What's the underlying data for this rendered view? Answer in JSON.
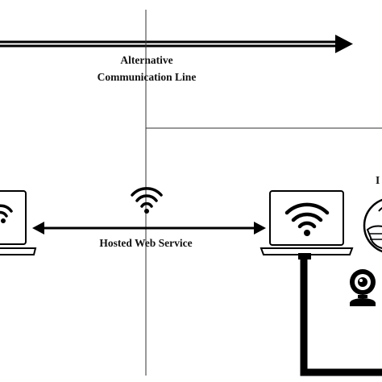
{
  "labels": {
    "alt_line_1": "Alternative",
    "alt_line_2": "Communication Line",
    "hosted": "Hosted Web Service",
    "partial": "I"
  },
  "icons": {
    "left_laptop": "laptop-wifi-icon",
    "right_laptop": "laptop-wifi-icon",
    "wireless": "wifi-icon",
    "webcam": "webcam-icon",
    "person": "person-mask-icon"
  },
  "colors": {
    "line": "#000000",
    "background": "#ffffff"
  }
}
